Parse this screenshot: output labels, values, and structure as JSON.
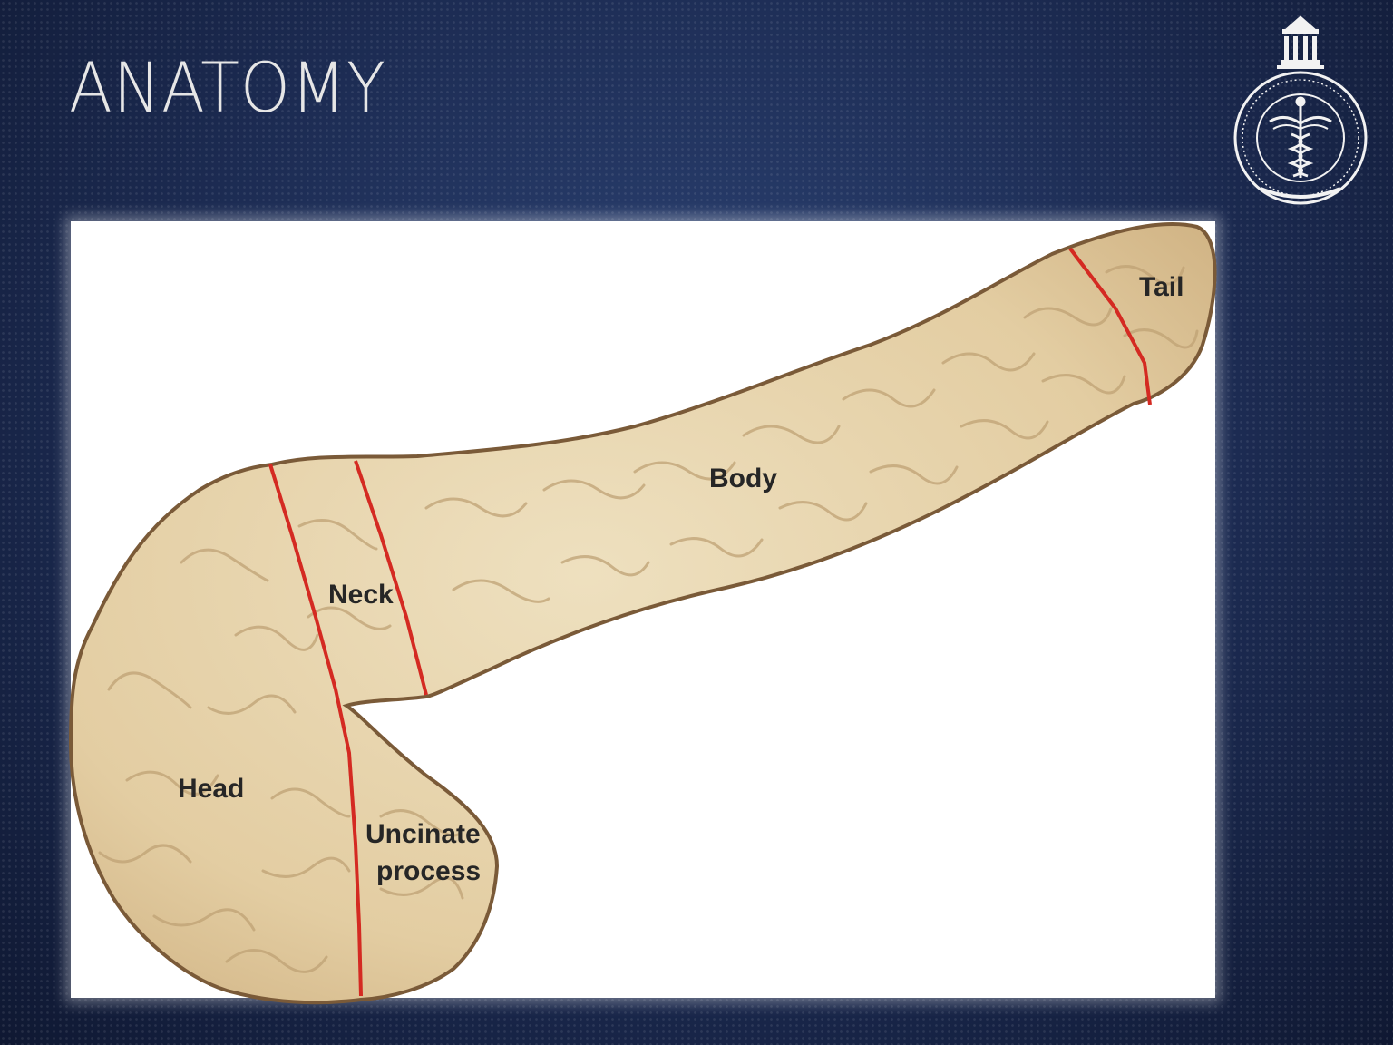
{
  "slide": {
    "title": "ANATOMY"
  },
  "logo": {
    "icon": "caduceus-icon",
    "kind": "institution-seal"
  },
  "diagram": {
    "subject": "pancreas",
    "labels": {
      "tail": "Tail",
      "body": "Body",
      "neck": "Neck",
      "head": "Head",
      "uncinate_line1": "Uncinate",
      "uncinate_line2": "process"
    }
  },
  "colors": {
    "background": "#1d2d54",
    "organ_fill": "#e6d2a8",
    "organ_outline": "#7a5a38",
    "division_lines": "#d42a22",
    "title": "#e6e6e6"
  }
}
